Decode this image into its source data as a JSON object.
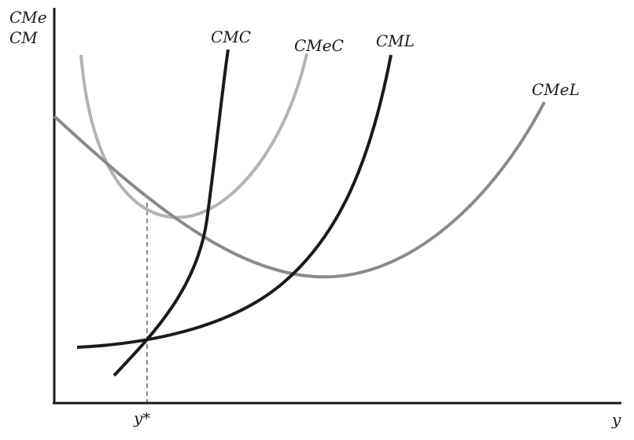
{
  "axes": {
    "y_label_line1": "CMe",
    "y_label_line2": "CM",
    "x_label": "y",
    "x_marker_label": "y*"
  },
  "curves": {
    "cmc": {
      "label": "CMC",
      "color": "#1a1a1a"
    },
    "cmec": {
      "label": "CMeC",
      "color": "#b3b3b3"
    },
    "cml": {
      "label": "CML",
      "color": "#1a1a1a"
    },
    "cmel": {
      "label": "CMeL",
      "color": "#8a8a8a"
    }
  }
}
